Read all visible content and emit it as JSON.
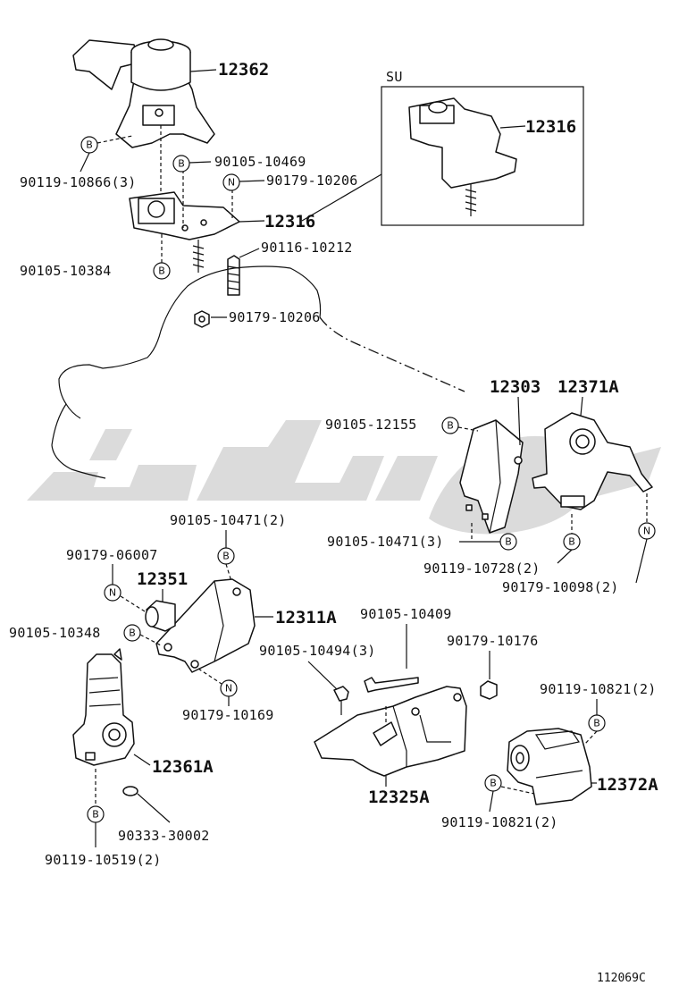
{
  "diagram_id": "112069C",
  "variant_label": "SU",
  "watermark": "شوپارت",
  "parts": {
    "p12362": "12362",
    "p12316_main": "12316",
    "p12316_su": "12316",
    "p12303": "12303",
    "p12371a": "12371A",
    "p12351": "12351",
    "p12311a": "12311A",
    "p12361a": "12361A",
    "p12325a": "12325A",
    "p12372a": "12372A"
  },
  "fasteners": {
    "f90119_10866": "90119-10866(3)",
    "f90105_10469": "90105-10469",
    "f90179_10206_a": "90179-10206",
    "f90105_10384": "90105-10384",
    "f90116_10212": "90116-10212",
    "f90179_10206_b": "90179-10206",
    "f90105_12155": "90105-12155",
    "f90105_10471_2": "90105-10471(2)",
    "f90105_10471_3": "90105-10471(3)",
    "f90119_10728": "90119-10728(2)",
    "f90179_10098": "90179-10098(2)",
    "f90179_06007": "90179-06007",
    "f90105_10348": "90105-10348",
    "f90179_10169": "90179-10169",
    "f90105_10409": "90105-10409",
    "f90105_10494": "90105-10494(3)",
    "f90179_10176": "90179-10176",
    "f90119_10821_a": "90119-10821(2)",
    "f90119_10821_b": "90119-10821(2)",
    "f90119_10519": "90119-10519(2)",
    "f90333_30002": "90333-30002"
  },
  "markers": {
    "bolt": "B",
    "nut": "N"
  }
}
